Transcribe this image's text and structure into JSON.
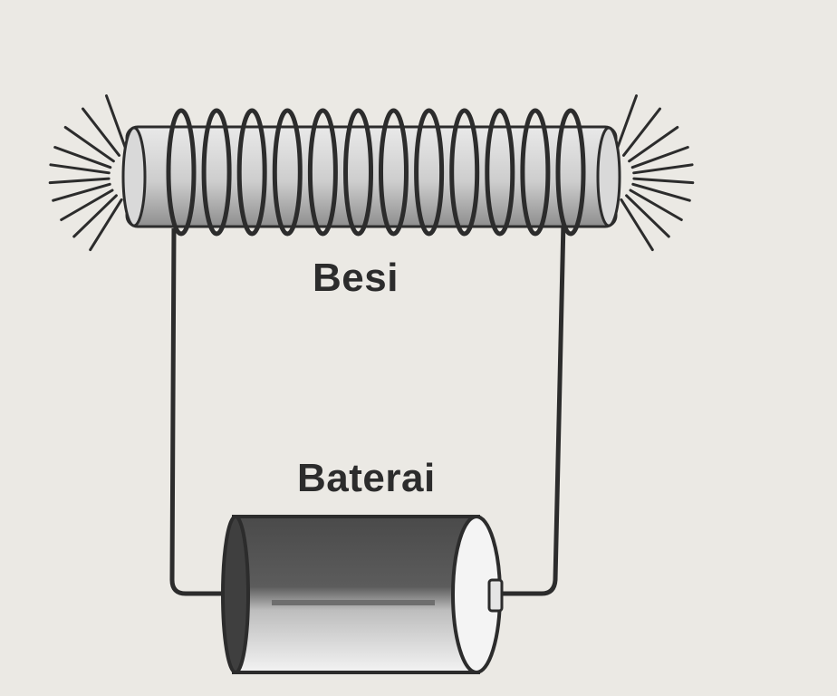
{
  "labels": {
    "iron_core": "Besi",
    "battery": "Baterai"
  },
  "colors": {
    "background": "#ebe9e4",
    "ink": "#2c2c2c",
    "core_fill": "#cfcfcf",
    "battery_dark": "#454545",
    "battery_light": "#f2f2f2"
  },
  "coil": {
    "turns": 12
  }
}
